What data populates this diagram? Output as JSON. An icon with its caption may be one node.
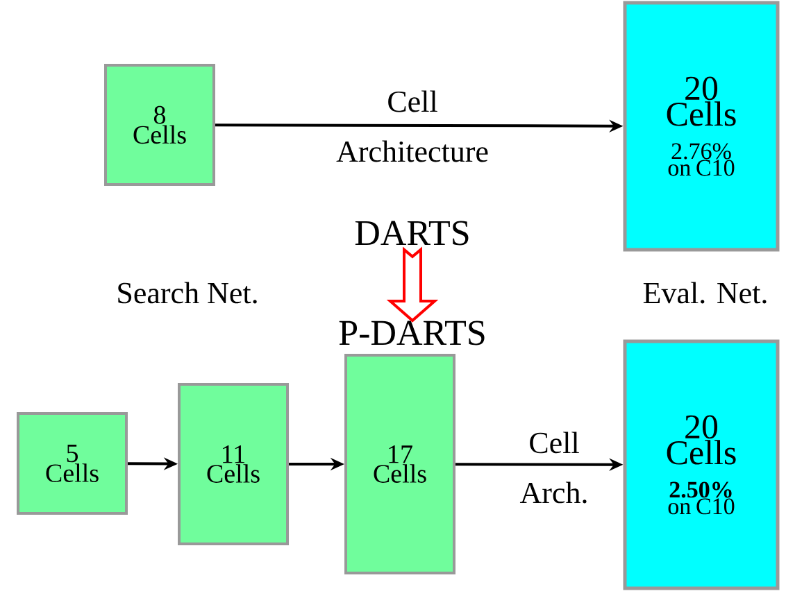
{
  "diagram": {
    "nodes": [
      {
        "text": [
          "DARTS"
        ]
      },
      {
        "text": [
          "P-DARTS"
        ]
      },
      {
        "text": [
          "8 Cells"
        ]
      },
      {
        "text": [
          "20 Cells",
          "2.76% on C10"
        ]
      },
      {
        "text": [
          "5 Cells"
        ]
      },
      {
        "text": [
          "11 Cells"
        ]
      },
      {
        "text": [
          "17 Cells"
        ]
      },
      {
        "text": [
          "20 Cells",
          "**2.50%** on C10"
        ]
      }
    ],
    "edges": [
      {
        "from": 2,
        "to": 3,
        "arrow": "to",
        "label": "Cell Architecture"
      },
      {
        "from": 0,
        "to": 1,
        "arrow": "to",
        "color": "#ff0000"
      },
      {
        "from": 4,
        "to": 5,
        "arrow": "to"
      },
      {
        "from": 5,
        "to": 6,
        "arrow": "to"
      },
      {
        "from": 6,
        "to": 7,
        "arrow": "to",
        "label": "Cell Arch."
      }
    ],
    "labels": [
      "Search Net.",
      "Eval. Net."
    ]
  }
}
